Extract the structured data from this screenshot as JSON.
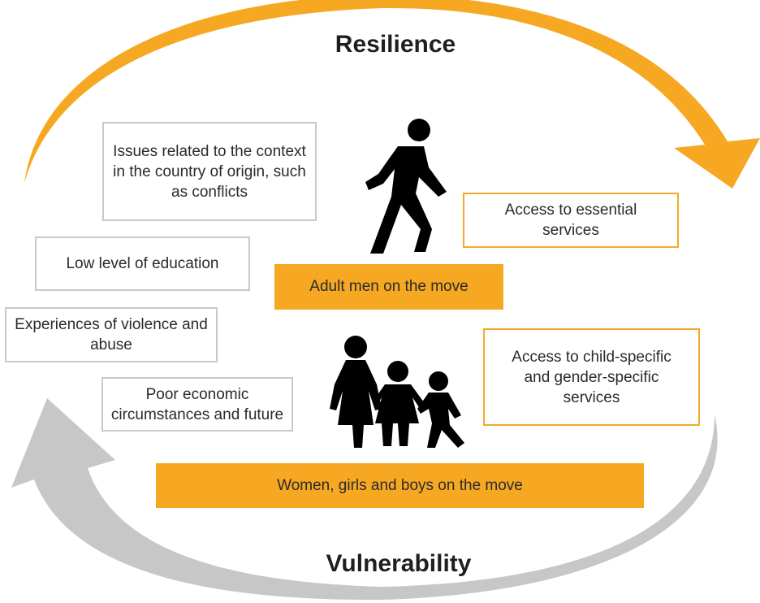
{
  "titles": {
    "top": "Resilience",
    "bottom": "Vulnerability"
  },
  "factors": {
    "context": "Issues related to the context in the country of origin, such as conflicts",
    "education": "Low level of education",
    "violence": "Experiences of violence and abuse",
    "economic": "Poor economic circumstances and future",
    "essential_services": "Access to essential services",
    "child_gender_services": "Access to child-specific and gender-specific services"
  },
  "groups": {
    "adult_men": "Adult men on the move",
    "women_children": "Women, girls and boys on the move"
  },
  "colors": {
    "accent_orange": "#f7a823",
    "arrow_gray": "#c7c7c7",
    "border_gray": "#c9c9c9",
    "silhouette": "#000000"
  },
  "icons": [
    "walking-man-icon",
    "woman-and-children-icon",
    "curved-arrow-orange",
    "curved-arrow-gray"
  ]
}
